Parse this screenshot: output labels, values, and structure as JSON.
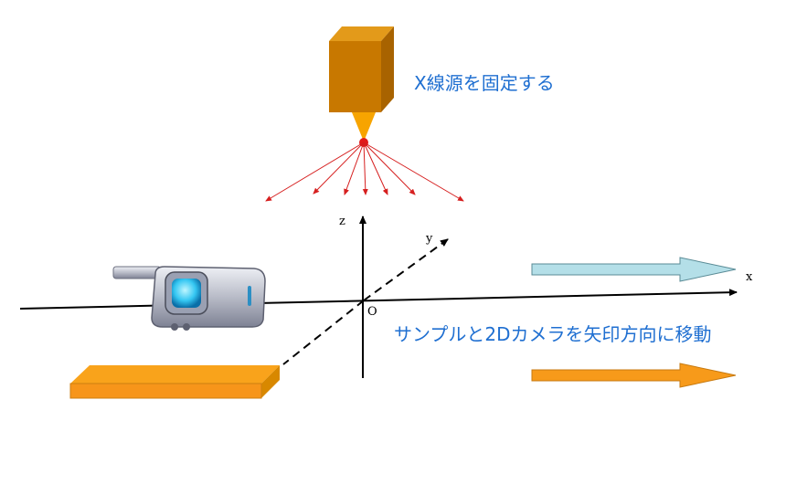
{
  "labels": {
    "xray_caption": "X線源を固定する",
    "motion_caption": "サンプルと2Dカメラを矢印方向に移動"
  },
  "axes": {
    "x": "x",
    "y": "y",
    "z": "z",
    "origin": "O"
  },
  "colors": {
    "caption_text": "#1f6fd1",
    "source_body": "#c87800",
    "source_top": "#e39a1a",
    "source_side": "#a86300",
    "beam_cone": "#f7a400",
    "focal_spot": "#e11b1b",
    "ray": "#d61f1f",
    "arrow_camera": "#b4dfe8",
    "arrow_sample": "#f79a1a",
    "sample_plate": "#f9a31b",
    "axis_line": "#000000"
  },
  "icons": {
    "camera": "2d-camera-icon",
    "xray_source": "xray-source-icon"
  }
}
